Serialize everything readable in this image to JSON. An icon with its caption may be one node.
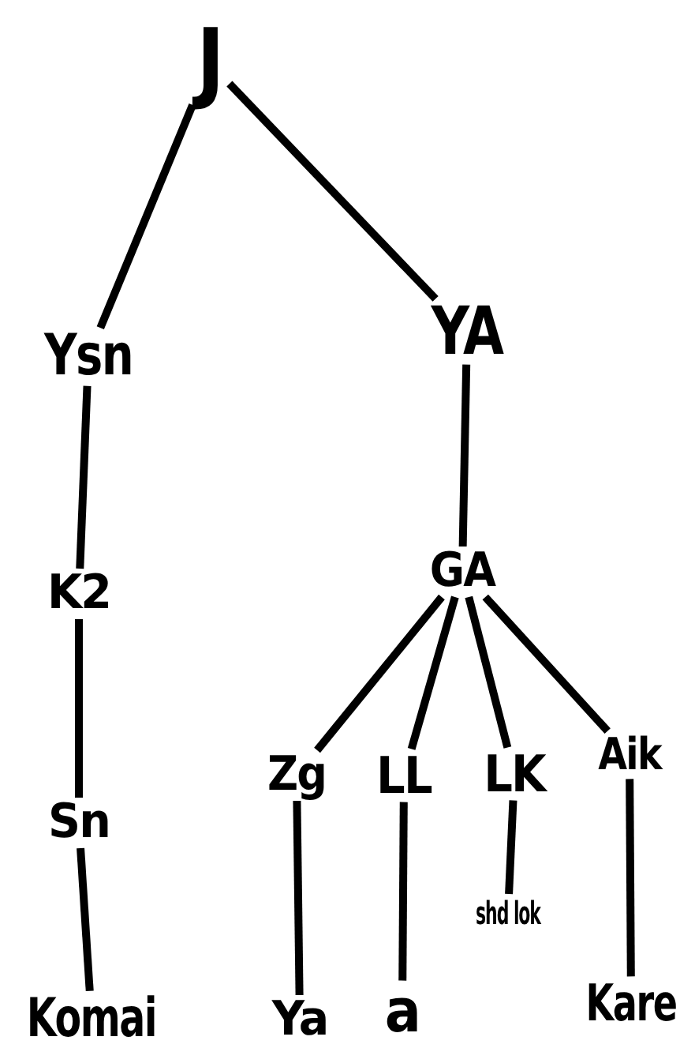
{
  "diagram": {
    "nodes": [
      {
        "text": [
          "J"
        ]
      },
      {
        "text": [
          "Ysn"
        ]
      },
      {
        "text": [
          "YA"
        ]
      },
      {
        "text": [
          "K2"
        ]
      },
      {
        "text": [
          "GA"
        ]
      },
      {
        "text": [
          "Sn"
        ]
      },
      {
        "text": [
          "Komai"
        ]
      },
      {
        "text": [
          "Zg"
        ]
      },
      {
        "text": [
          "LL"
        ]
      },
      {
        "text": [
          "LK"
        ]
      },
      {
        "text": [
          "Aik"
        ]
      },
      {
        "text": [
          "Ya"
        ]
      },
      {
        "text": [
          "a"
        ]
      },
      {
        "text": [
          "shd lok"
        ]
      },
      {
        "text": [
          "Kare"
        ]
      }
    ],
    "edges": [
      {
        "from": 0,
        "to": 1,
        "arrow": "none"
      },
      {
        "from": 0,
        "to": 2,
        "arrow": "none"
      },
      {
        "from": 1,
        "to": 3,
        "arrow": "none"
      },
      {
        "from": 2,
        "to": 4,
        "arrow": "none"
      },
      {
        "from": 3,
        "to": 5,
        "arrow": "none"
      },
      {
        "from": 5,
        "to": 6,
        "arrow": "none"
      },
      {
        "from": 4,
        "to": 7,
        "arrow": "none"
      },
      {
        "from": 4,
        "to": 8,
        "arrow": "none"
      },
      {
        "from": 4,
        "to": 9,
        "arrow": "none"
      },
      {
        "from": 4,
        "to": 10,
        "arrow": "none"
      },
      {
        "from": 7,
        "to": 11,
        "arrow": "none"
      },
      {
        "from": 8,
        "to": 12,
        "arrow": "none"
      },
      {
        "from": 9,
        "to": 13,
        "arrow": "none"
      },
      {
        "from": 10,
        "to": 14,
        "arrow": "none"
      }
    ]
  }
}
